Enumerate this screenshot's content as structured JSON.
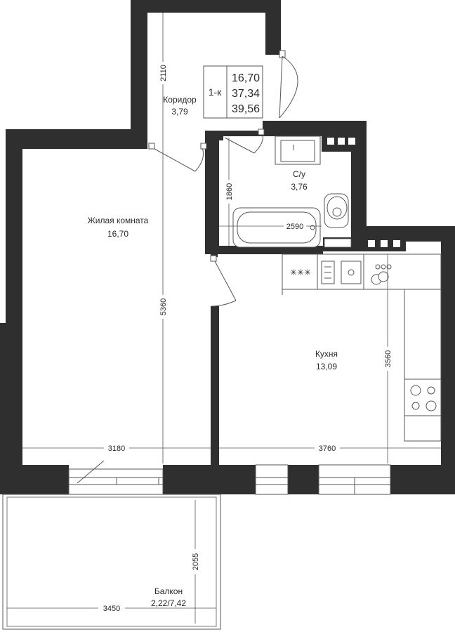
{
  "summary": {
    "type": "1-к",
    "values": [
      "16,70",
      "37,34",
      "39,56"
    ]
  },
  "rooms": {
    "corridor": {
      "name": "Коридор",
      "area": "3,79"
    },
    "living": {
      "name": "Жилая комната",
      "area": "16,70"
    },
    "bathroom": {
      "name": "С/у",
      "area": "3,76"
    },
    "kitchen": {
      "name": "Кухня",
      "area": "13,09"
    },
    "balcony": {
      "name": "Балкон",
      "area": "2,22/7,42"
    }
  },
  "dimensions": {
    "corridor_len": "2110",
    "living_len": "5360",
    "bath_w": "1860",
    "bath_len": "2590",
    "kitchen_len": "3560",
    "living_w": "3180",
    "kitchen_w": "3760",
    "balcony_w": "2055",
    "balcony_len": "3450"
  },
  "stove_symbol": "✳✳✳"
}
